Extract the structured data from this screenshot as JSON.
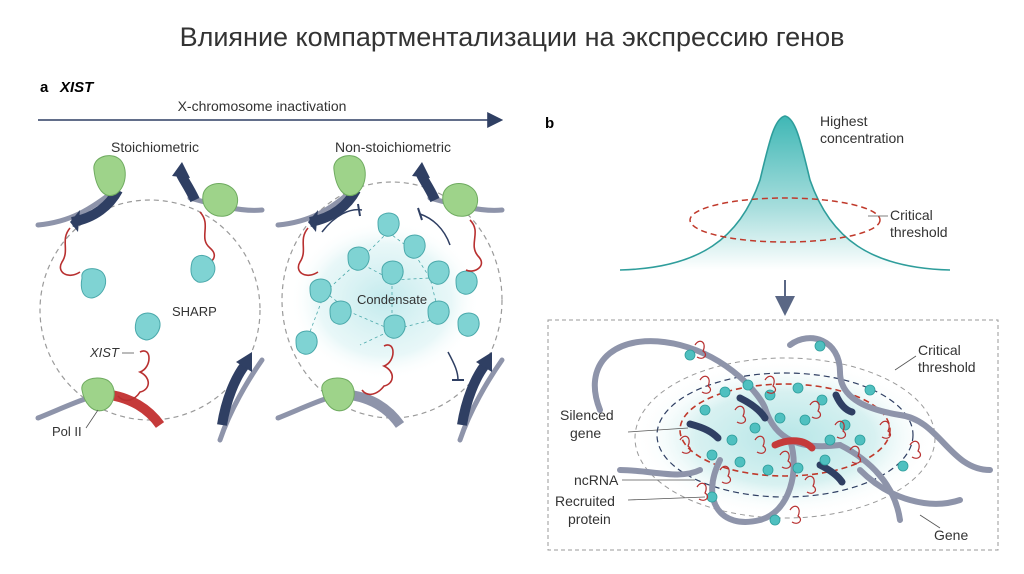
{
  "slide": {
    "title": "Влияние компартментализации на экспрессию генов"
  },
  "panel_a": {
    "letter": "a",
    "gene": "XIST",
    "arrow_label": "X-chromosome inactivation",
    "left_label": "Stoichiometric",
    "right_label": "Non-stoichiometric",
    "sharp_label": "SHARP",
    "xist_label": "XIST",
    "pol2_label": "Pol II",
    "condensate_label": "Condensate"
  },
  "panel_b": {
    "letter": "b",
    "peak_label_1": "Highest",
    "peak_label_2": "concentration",
    "threshold_label_1": "Critical",
    "threshold_label_2": "threshold",
    "inset_threshold_1": "Critical",
    "inset_threshold_2": "threshold",
    "silenced_1": "Silenced",
    "silenced_2": "gene",
    "ncrna": "ncRNA",
    "recruited_1": "Recruited",
    "recruited_2": "protein",
    "gene": "Gene"
  },
  "colors": {
    "teal": "#7fd3d3",
    "teal_dark": "#3aa3a5",
    "navy": "#2f3f63",
    "red_rna": "#b83030",
    "green_pol": "#9ed38a",
    "red_dashed": "#c0392b",
    "gray_chrom": "#8e94aa"
  }
}
